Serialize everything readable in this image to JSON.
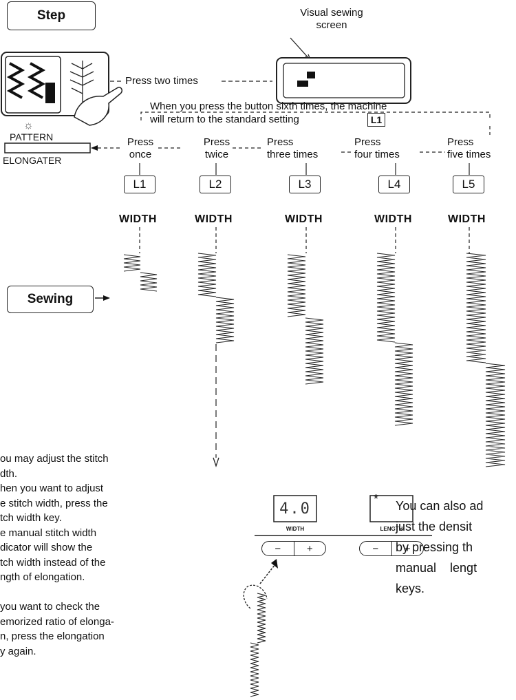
{
  "labels": {
    "step": "Step",
    "sewing": "Sewing",
    "visual_screen": [
      "Visual sewing",
      "screen"
    ],
    "press_two_times": "Press two times",
    "sixth_times_line1": "When you press the button sixth times, the machine",
    "sixth_times_line2": "will return to the standard setting",
    "standard_key": "L1",
    "pattern": "PATTERN",
    "elongater": "ELONGATER"
  },
  "presses": [
    {
      "line1": "Press",
      "line2": "once",
      "key": "L1",
      "width": "WIDTH"
    },
    {
      "line1": "Press",
      "line2": "twice",
      "key": "L2",
      "width": "WIDTH"
    },
    {
      "line1": "Press",
      "line2": "three times",
      "key": "L3",
      "width": "WIDTH"
    },
    {
      "line1": "Press",
      "line2": "four times",
      "key": "L4",
      "width": "WIDTH"
    },
    {
      "line1": "Press",
      "line2": "five times",
      "key": "L5",
      "width": "WIDTH"
    }
  ],
  "panel": {
    "width_label": "WIDTH",
    "length_label": "LENGTH",
    "width_display": "4.0",
    "minus": "−",
    "plus": "+"
  },
  "notes_left": [
    "ou may adjust the stitch",
    "dth.",
    "hen you want to adjust",
    "e stitch width, press the",
    "tch width key.",
    "e manual stitch width",
    "dicator will show the",
    "tch width instead of the",
    "ngth of elongation.",
    "",
    "you want to check the",
    "emorized ratio of elonga-",
    "n, press the elongation",
    "y again."
  ],
  "note_right": {
    "star": "*",
    "lines": [
      "You can also ad",
      "just the densit",
      "by pressing th",
      "manual    lengt",
      "keys."
    ]
  }
}
